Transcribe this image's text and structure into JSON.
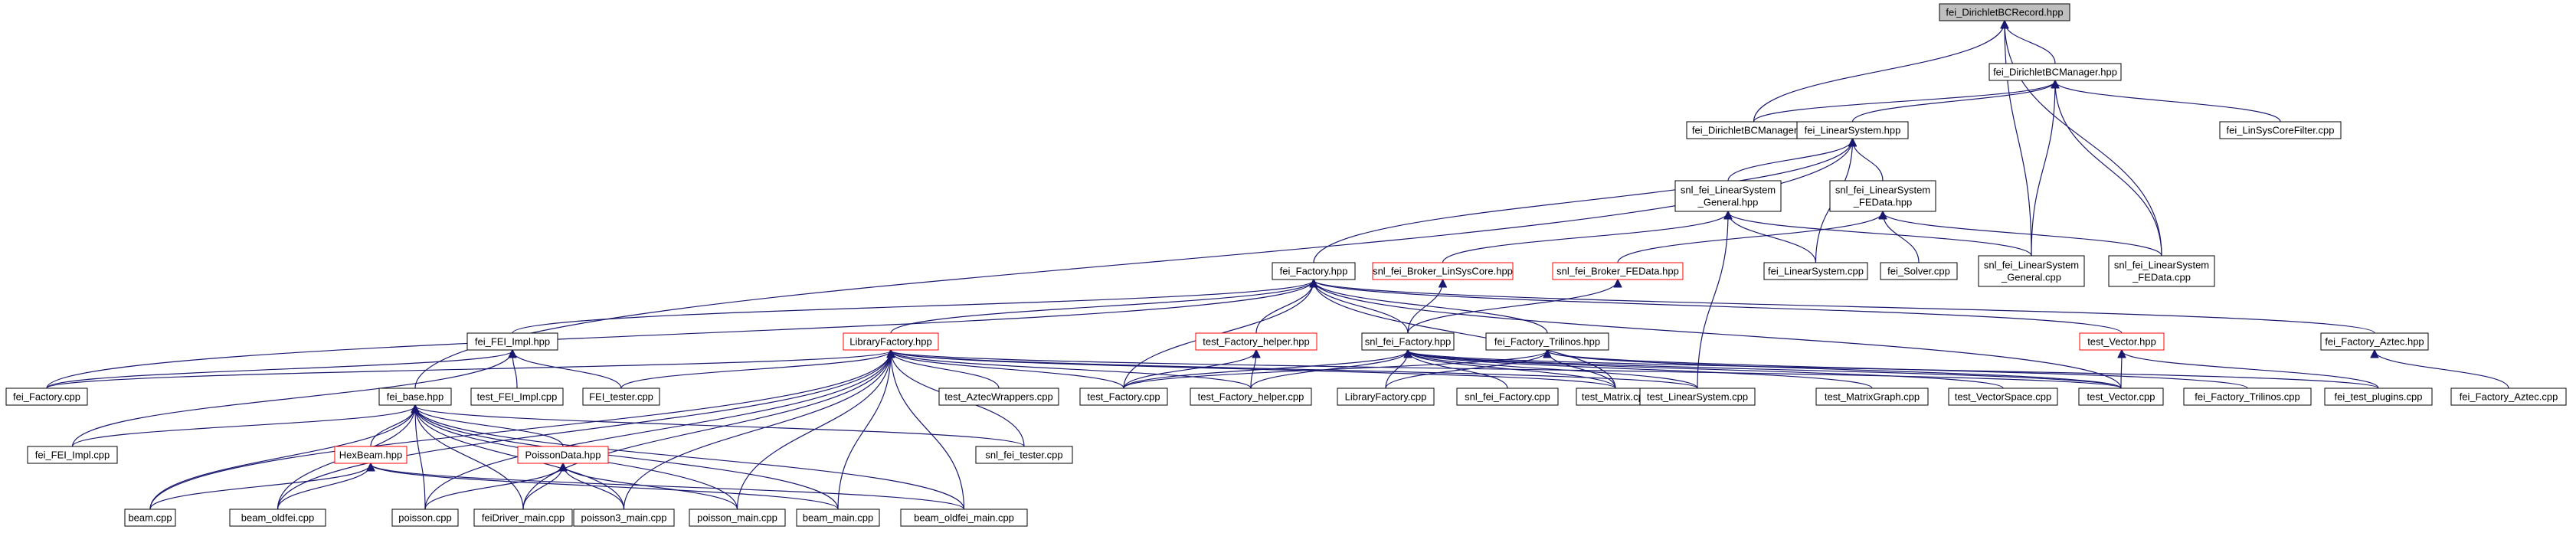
{
  "colors": {
    "edge": "#191970",
    "link_border": "#ff0000",
    "root_fill": "#bfbfbf"
  },
  "nodes": {
    "n_root": {
      "label": "fei_DirichletBCRecord.hpp",
      "root": true
    },
    "n_bcm_hpp": {
      "label": "fei_DirichletBCManager.hpp"
    },
    "n_bcm_cpp": {
      "label": "fei_DirichletBCManager.cpp"
    },
    "n_ls_hpp": {
      "label": "fei_LinearSystem.hpp"
    },
    "n_lscf": {
      "label": "fei_LinSysCoreFilter.cpp"
    },
    "n_snl_ls_gen_hpp": {
      "lines": [
        "snl_fei_LinearSystem",
        "_General.hpp"
      ]
    },
    "n_snl_ls_fed_hpp": {
      "lines": [
        "snl_fei_LinearSystem",
        "_FEData.hpp"
      ]
    },
    "n_fei_factory_hpp": {
      "label": "fei_Factory.hpp"
    },
    "n_broker_lsc": {
      "label": "snl_fei_Broker_LinSysCore.hpp",
      "red": true
    },
    "n_broker_fed": {
      "label": "snl_fei_Broker_FEData.hpp",
      "red": true
    },
    "n_ls_cpp": {
      "label": "fei_LinearSystem.cpp"
    },
    "n_solver": {
      "label": "fei_Solver.cpp"
    },
    "n_snl_ls_gen_cpp": {
      "lines": [
        "snl_fei_LinearSystem",
        "_General.cpp"
      ]
    },
    "n_snl_ls_fed_cpp": {
      "lines": [
        "snl_fei_LinearSystem",
        "_FEData.cpp"
      ]
    },
    "n_fei_impl_hpp": {
      "label": "fei_FEI_Impl.hpp"
    },
    "n_libfactory_hpp": {
      "label": "LibraryFactory.hpp",
      "red": true
    },
    "n_tfh_hpp": {
      "label": "test_Factory_helper.hpp",
      "red": true
    },
    "n_snl_factory_hpp": {
      "label": "snl_fei_Factory.hpp"
    },
    "n_trilinos_hpp": {
      "label": "fei_Factory_Trilinos.hpp"
    },
    "n_test_vector_hpp": {
      "label": "test_Vector.hpp",
      "red": true
    },
    "n_aztec_hpp": {
      "label": "fei_Factory_Aztec.hpp"
    },
    "n_fei_factory_cpp": {
      "label": "fei_Factory.cpp"
    },
    "n_test_fei_impl": {
      "label": "test_FEI_Impl.cpp"
    },
    "n_fei_tester": {
      "label": "FEI_tester.cpp"
    },
    "n_test_aztec": {
      "label": "test_AztecWrappers.cpp"
    },
    "n_test_factory": {
      "label": "test_Factory.cpp"
    },
    "n_tfh_cpp": {
      "label": "test_Factory_helper.cpp"
    },
    "n_libfactory_cpp": {
      "label": "LibraryFactory.cpp"
    },
    "n_snl_factory_cpp": {
      "label": "snl_fei_Factory.cpp"
    },
    "n_test_matrix": {
      "label": "test_Matrix.cpp"
    },
    "n_test_ls": {
      "label": "test_LinearSystem.cpp"
    },
    "n_test_mg": {
      "label": "test_MatrixGraph.cpp"
    },
    "n_test_vs": {
      "label": "test_VectorSpace.cpp"
    },
    "n_test_vector": {
      "label": "test_Vector.cpp"
    },
    "n_trilinos_cpp": {
      "label": "fei_Factory_Trilinos.cpp"
    },
    "n_test_plugins": {
      "label": "fei_test_plugins.cpp"
    },
    "n_aztec_cpp": {
      "label": "fei_Factory_Aztec.cpp"
    },
    "n_fei_base": {
      "label": "fei_base.hpp"
    },
    "n_fei_impl_cpp": {
      "label": "fei_FEI_Impl.cpp"
    },
    "n_hexbeam": {
      "label": "HexBeam.hpp",
      "red": true
    },
    "n_poissondata": {
      "label": "PoissonData.hpp",
      "red": true
    },
    "n_snl_fei_tester": {
      "label": "snl_fei_tester.cpp"
    },
    "n_beam": {
      "label": "beam.cpp"
    },
    "n_beam_oldfei": {
      "label": "beam_oldfei.cpp"
    },
    "n_poisson": {
      "label": "poisson.cpp"
    },
    "n_feidriver": {
      "label": "feiDriver_main.cpp"
    },
    "n_poisson3": {
      "label": "poisson3_main.cpp"
    },
    "n_poisson_main": {
      "label": "poisson_main.cpp"
    },
    "n_beam_main": {
      "label": "beam_main.cpp"
    },
    "n_beam_oldfei_main": {
      "label": "beam_oldfei_main.cpp"
    }
  },
  "edges": [
    [
      "n_root",
      "n_bcm_hpp"
    ],
    [
      "n_root",
      "n_bcm_cpp"
    ],
    [
      "n_root",
      "n_snl_ls_gen_cpp"
    ],
    [
      "n_root",
      "n_snl_ls_fed_cpp"
    ],
    [
      "n_bcm_hpp",
      "n_bcm_cpp"
    ],
    [
      "n_bcm_hpp",
      "n_ls_hpp"
    ],
    [
      "n_bcm_hpp",
      "n_lscf"
    ],
    [
      "n_bcm_hpp",
      "n_snl_ls_gen_cpp"
    ],
    [
      "n_bcm_hpp",
      "n_snl_ls_fed_cpp"
    ],
    [
      "n_ls_hpp",
      "n_snl_ls_gen_hpp"
    ],
    [
      "n_ls_hpp",
      "n_snl_ls_fed_hpp"
    ],
    [
      "n_ls_hpp",
      "n_ls_cpp"
    ],
    [
      "n_ls_hpp",
      "n_fei_factory_hpp"
    ],
    [
      "n_ls_hpp",
      "n_fei_base"
    ],
    [
      "n_snl_ls_gen_hpp",
      "n_broker_lsc"
    ],
    [
      "n_snl_ls_gen_hpp",
      "n_ls_cpp"
    ],
    [
      "n_snl_ls_gen_hpp",
      "n_snl_ls_gen_cpp"
    ],
    [
      "n_snl_ls_gen_hpp",
      "n_test_ls"
    ],
    [
      "n_snl_ls_fed_hpp",
      "n_broker_fed"
    ],
    [
      "n_snl_ls_fed_hpp",
      "n_solver"
    ],
    [
      "n_snl_ls_fed_hpp",
      "n_snl_ls_fed_cpp"
    ],
    [
      "n_broker_lsc",
      "n_snl_factory_hpp"
    ],
    [
      "n_broker_fed",
      "n_snl_factory_hpp"
    ],
    [
      "n_fei_factory_hpp",
      "n_fei_impl_hpp"
    ],
    [
      "n_fei_factory_hpp",
      "n_libfactory_hpp"
    ],
    [
      "n_fei_factory_hpp",
      "n_tfh_hpp"
    ],
    [
      "n_fei_factory_hpp",
      "n_snl_factory_hpp"
    ],
    [
      "n_fei_factory_hpp",
      "n_trilinos_hpp"
    ],
    [
      "n_fei_factory_hpp",
      "n_test_vector_hpp"
    ],
    [
      "n_fei_factory_hpp",
      "n_aztec_hpp"
    ],
    [
      "n_fei_factory_hpp",
      "n_fei_factory_cpp"
    ],
    [
      "n_fei_factory_hpp",
      "n_test_factory"
    ],
    [
      "n_fei_factory_hpp",
      "n_test_matrix"
    ],
    [
      "n_fei_factory_hpp",
      "n_test_vector"
    ],
    [
      "n_fei_impl_hpp",
      "n_fei_factory_cpp"
    ],
    [
      "n_fei_impl_hpp",
      "n_test_fei_impl"
    ],
    [
      "n_fei_impl_hpp",
      "n_fei_tester"
    ],
    [
      "n_fei_impl_hpp",
      "n_fei_impl_cpp"
    ],
    [
      "n_libfactory_hpp",
      "n_fei_factory_cpp"
    ],
    [
      "n_libfactory_hpp",
      "n_fei_tester"
    ],
    [
      "n_libfactory_hpp",
      "n_test_aztec"
    ],
    [
      "n_libfactory_hpp",
      "n_test_factory"
    ],
    [
      "n_libfactory_hpp",
      "n_tfh_cpp"
    ],
    [
      "n_libfactory_hpp",
      "n_test_matrix"
    ],
    [
      "n_libfactory_hpp",
      "n_test_ls"
    ],
    [
      "n_libfactory_hpp",
      "n_test_vector"
    ],
    [
      "n_libfactory_hpp",
      "n_beam"
    ],
    [
      "n_libfactory_hpp",
      "n_beam_oldfei"
    ],
    [
      "n_libfactory_hpp",
      "n_poisson"
    ],
    [
      "n_libfactory_hpp",
      "n_feidriver"
    ],
    [
      "n_libfactory_hpp",
      "n_poisson3"
    ],
    [
      "n_libfactory_hpp",
      "n_poisson_main"
    ],
    [
      "n_libfactory_hpp",
      "n_beam_main"
    ],
    [
      "n_libfactory_hpp",
      "n_beam_oldfei_main"
    ],
    [
      "n_libfactory_hpp",
      "n_snl_fei_tester"
    ],
    [
      "n_tfh_hpp",
      "n_test_factory"
    ],
    [
      "n_tfh_hpp",
      "n_tfh_cpp"
    ],
    [
      "n_snl_factory_hpp",
      "n_test_factory"
    ],
    [
      "n_snl_factory_hpp",
      "n_tfh_cpp"
    ],
    [
      "n_snl_factory_hpp",
      "n_libfactory_cpp"
    ],
    [
      "n_snl_factory_hpp",
      "n_snl_factory_cpp"
    ],
    [
      "n_snl_factory_hpp",
      "n_test_matrix"
    ],
    [
      "n_snl_factory_hpp",
      "n_test_ls"
    ],
    [
      "n_snl_factory_hpp",
      "n_test_mg"
    ],
    [
      "n_snl_factory_hpp",
      "n_test_vs"
    ],
    [
      "n_snl_factory_hpp",
      "n_test_vector"
    ],
    [
      "n_snl_factory_hpp",
      "n_test_plugins"
    ],
    [
      "n_trilinos_hpp",
      "n_libfactory_cpp"
    ],
    [
      "n_trilinos_hpp",
      "n_test_matrix"
    ],
    [
      "n_trilinos_hpp",
      "n_test_vector"
    ],
    [
      "n_trilinos_hpp",
      "n_trilinos_cpp"
    ],
    [
      "n_trilinos_hpp",
      "n_test_factory"
    ],
    [
      "n_test_vector_hpp",
      "n_test_vector"
    ],
    [
      "n_test_vector_hpp",
      "n_test_plugins"
    ],
    [
      "n_aztec_hpp",
      "n_aztec_cpp"
    ],
    [
      "n_fei_base",
      "n_fei_impl_cpp"
    ],
    [
      "n_fei_base",
      "n_hexbeam"
    ],
    [
      "n_fei_base",
      "n_poissondata"
    ],
    [
      "n_fei_base",
      "n_snl_fei_tester"
    ],
    [
      "n_fei_base",
      "n_beam"
    ],
    [
      "n_fei_base",
      "n_beam_oldfei"
    ],
    [
      "n_fei_base",
      "n_poisson"
    ],
    [
      "n_fei_base",
      "n_feidriver"
    ],
    [
      "n_fei_base",
      "n_poisson3"
    ],
    [
      "n_fei_base",
      "n_poisson_main"
    ],
    [
      "n_fei_base",
      "n_beam_main"
    ],
    [
      "n_fei_base",
      "n_beam_oldfei_main"
    ],
    [
      "n_hexbeam",
      "n_beam"
    ],
    [
      "n_hexbeam",
      "n_beam_oldfei"
    ],
    [
      "n_hexbeam",
      "n_beam_main"
    ],
    [
      "n_hexbeam",
      "n_beam_oldfei_main"
    ],
    [
      "n_poissondata",
      "n_poisson"
    ],
    [
      "n_poissondata",
      "n_feidriver"
    ],
    [
      "n_poissondata",
      "n_poisson3"
    ],
    [
      "n_poissondata",
      "n_poisson_main"
    ]
  ]
}
